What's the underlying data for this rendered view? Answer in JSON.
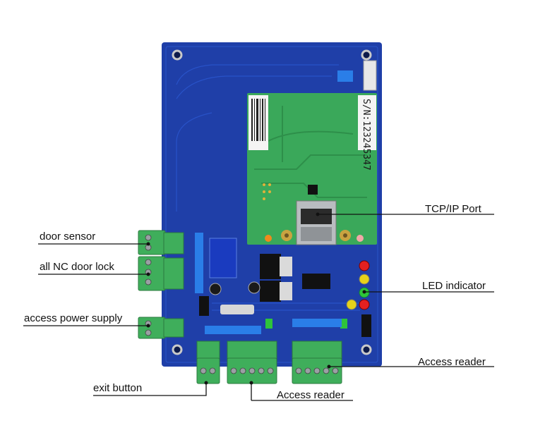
{
  "labels": {
    "door_sensor": "door sensor",
    "nc_lock": "all NC door lock",
    "power": "access power supply",
    "exit": "exit button",
    "reader_bottom": "Access reader",
    "reader_right": "Access reader",
    "tcpip": "TCP/IP Port",
    "led": "LED indicator"
  },
  "serial": "S/N:123245347",
  "colors": {
    "board": "#1f3fa8",
    "module": "#3aa85a",
    "terminal": "#3fae5b",
    "led_red": "#e42020",
    "led_yellow": "#e6d21a",
    "led_green": "#2ec43a"
  }
}
